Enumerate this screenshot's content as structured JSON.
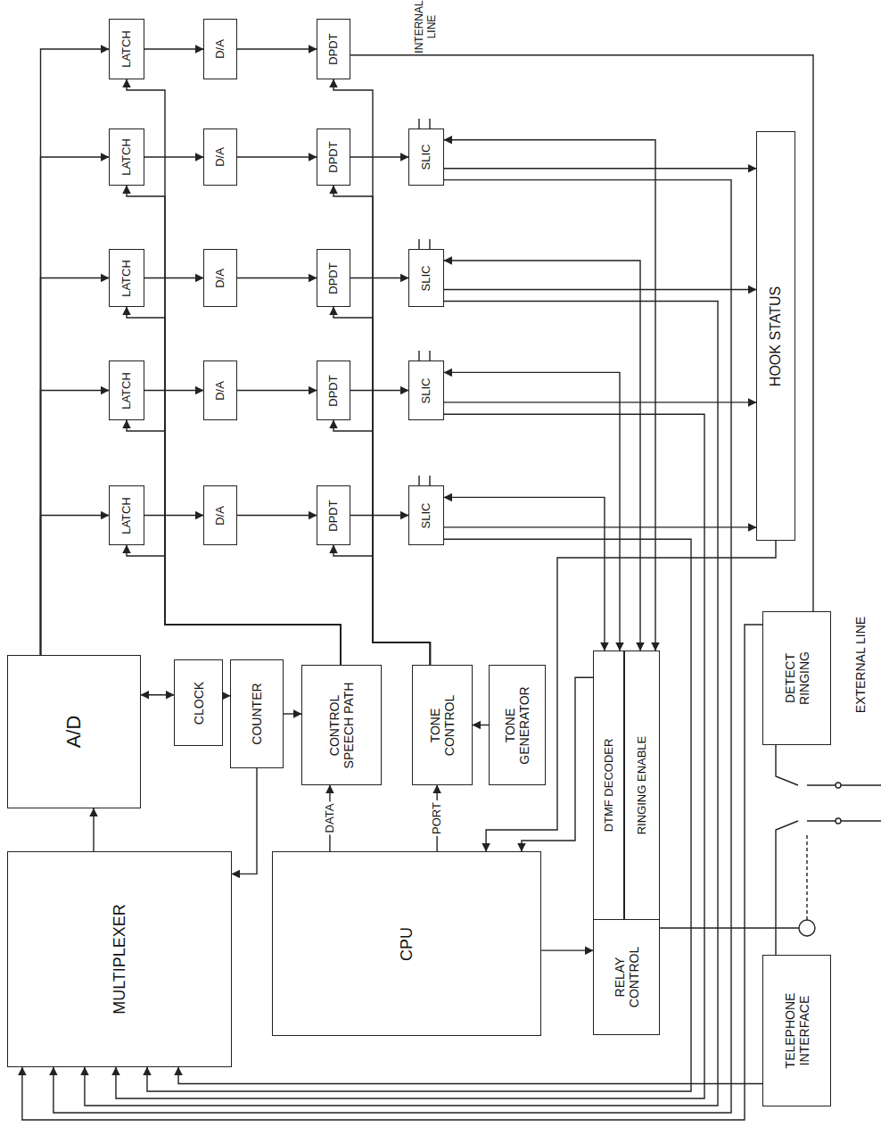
{
  "diagram": {
    "nodes": [
      {
        "text": [
          "LATCH"
        ]
      },
      {
        "text": [
          "LATCH"
        ]
      },
      {
        "text": [
          "LATCH"
        ]
      },
      {
        "text": [
          "LATCH"
        ]
      },
      {
        "text": [
          "LATCH"
        ]
      },
      {
        "text": [
          "D/A"
        ]
      },
      {
        "text": [
          "D/A"
        ]
      },
      {
        "text": [
          "D/A"
        ]
      },
      {
        "text": [
          "D/A"
        ]
      },
      {
        "text": [
          "D/A"
        ]
      },
      {
        "text": [
          "DPDT"
        ]
      },
      {
        "text": [
          "DPDT"
        ]
      },
      {
        "text": [
          "DPDT"
        ]
      },
      {
        "text": [
          "DPDT"
        ]
      },
      {
        "text": [
          "DPDT"
        ]
      },
      {
        "text": [
          "SLIC"
        ]
      },
      {
        "text": [
          "SLIC"
        ]
      },
      {
        "text": [
          "SLIC"
        ]
      },
      {
        "text": [
          "SLIC"
        ]
      },
      {
        "text": [
          "HOOK STATUS"
        ]
      },
      {
        "text": [
          "A/D"
        ]
      },
      {
        "text": [
          "CLOCK"
        ]
      },
      {
        "text": [
          "COUNTER"
        ]
      },
      {
        "text": [
          "CONTROL SPEECH PATH"
        ]
      },
      {
        "text": [
          "TONE CONTROL"
        ]
      },
      {
        "text": [
          "TONE GENERATOR"
        ]
      },
      {
        "text": [
          "DTMF DECODER"
        ]
      },
      {
        "text": [
          "RINGING ENABLE"
        ]
      },
      {
        "text": [
          "RELAY CONTROL"
        ]
      },
      {
        "text": [
          "DETECT RINGING"
        ]
      },
      {
        "text": [
          "MULTIPLEXER"
        ]
      },
      {
        "text": [
          "CPU"
        ]
      },
      {
        "text": [
          "TELEPHONE INTERFACE"
        ]
      }
    ],
    "edges": [
      {
        "from": 20,
        "to": 0,
        "arrow": "to"
      },
      {
        "from": 20,
        "to": 1,
        "arrow": "to"
      },
      {
        "from": 20,
        "to": 2,
        "arrow": "to"
      },
      {
        "from": 20,
        "to": 3,
        "arrow": "to"
      },
      {
        "from": 20,
        "to": 4,
        "arrow": "to"
      },
      {
        "from": 0,
        "to": 5,
        "arrow": "to"
      },
      {
        "from": 1,
        "to": 6,
        "arrow": "to"
      },
      {
        "from": 2,
        "to": 7,
        "arrow": "to"
      },
      {
        "from": 3,
        "to": 8,
        "arrow": "to"
      },
      {
        "from": 4,
        "to": 9,
        "arrow": "to"
      },
      {
        "from": 5,
        "to": 10,
        "arrow": "to"
      },
      {
        "from": 6,
        "to": 11,
        "arrow": "to"
      },
      {
        "from": 7,
        "to": 12,
        "arrow": "to"
      },
      {
        "from": 8,
        "to": 13,
        "arrow": "to"
      },
      {
        "from": 9,
        "to": 14,
        "arrow": "to"
      },
      {
        "from": 10,
        "to": 29,
        "arrow": "none"
      },
      {
        "from": 11,
        "to": 15,
        "arrow": "to"
      },
      {
        "from": 12,
        "to": 16,
        "arrow": "to"
      },
      {
        "from": 13,
        "to": 17,
        "arrow": "to"
      },
      {
        "from": 14,
        "to": 18,
        "arrow": "to"
      },
      {
        "from": 23,
        "to": 0,
        "arrow": "to"
      },
      {
        "from": 23,
        "to": 1,
        "arrow": "to"
      },
      {
        "from": 23,
        "to": 2,
        "arrow": "to"
      },
      {
        "from": 23,
        "to": 3,
        "arrow": "to"
      },
      {
        "from": 23,
        "to": 4,
        "arrow": "to"
      },
      {
        "from": 24,
        "to": 10,
        "arrow": "to"
      },
      {
        "from": 24,
        "to": 11,
        "arrow": "to"
      },
      {
        "from": 24,
        "to": 12,
        "arrow": "to"
      },
      {
        "from": 24,
        "to": 13,
        "arrow": "to"
      },
      {
        "from": 24,
        "to": 14,
        "arrow": "to"
      },
      {
        "from": 25,
        "to": 24,
        "arrow": "to"
      },
      {
        "from": 20,
        "to": 21,
        "arrow": "both"
      },
      {
        "from": 21,
        "to": 22,
        "arrow": "to"
      },
      {
        "from": 22,
        "to": 23,
        "arrow": "to"
      },
      {
        "from": 22,
        "to": 30,
        "arrow": "to"
      },
      {
        "from": 30,
        "to": 20,
        "arrow": "to"
      },
      {
        "from": 31,
        "to": 23,
        "label": "DATA",
        "arrow": "to"
      },
      {
        "from": 31,
        "to": 24,
        "label": "PORT",
        "arrow": "to"
      },
      {
        "from": 31,
        "to": 28,
        "arrow": "to"
      },
      {
        "from": 19,
        "to": 31,
        "arrow": "to"
      },
      {
        "from": 26,
        "to": 31,
        "arrow": "to"
      },
      {
        "from": 15,
        "to": 27,
        "arrow": "both"
      },
      {
        "from": 16,
        "to": 27,
        "arrow": "both"
      },
      {
        "from": 17,
        "to": 26,
        "arrow": "both"
      },
      {
        "from": 18,
        "to": 26,
        "arrow": "both"
      },
      {
        "from": 15,
        "to": 19,
        "arrow": "to"
      },
      {
        "from": 16,
        "to": 19,
        "arrow": "to"
      },
      {
        "from": 17,
        "to": 19,
        "arrow": "to"
      },
      {
        "from": 18,
        "to": 19,
        "arrow": "to"
      },
      {
        "from": 29,
        "to": 30,
        "arrow": "to"
      },
      {
        "from": 15,
        "to": 30,
        "arrow": "to"
      },
      {
        "from": 16,
        "to": 30,
        "arrow": "to"
      },
      {
        "from": 17,
        "to": 30,
        "arrow": "to"
      },
      {
        "from": 18,
        "to": 30,
        "arrow": "to"
      },
      {
        "from": 32,
        "to": 30,
        "arrow": "to"
      }
    ],
    "labels": [
      "INTERNAL LINE",
      "EXTERNAL LINE"
    ]
  }
}
